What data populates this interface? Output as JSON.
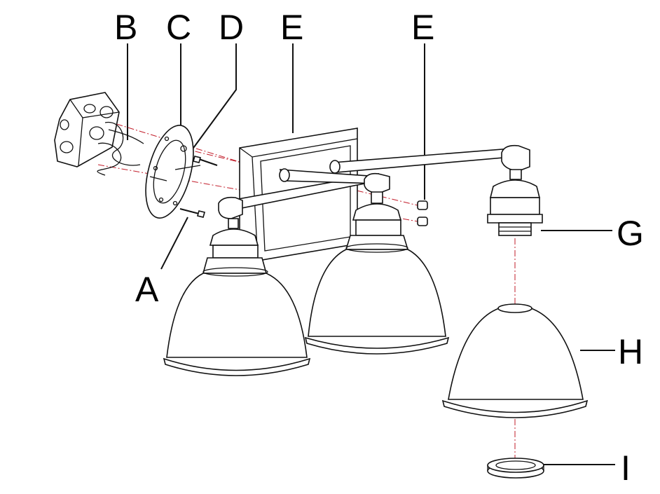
{
  "labels": {
    "a": "A",
    "b": "B",
    "c": "C",
    "d": "D",
    "e1": "E",
    "e2": "E",
    "g": "G",
    "h": "H",
    "i": "I"
  },
  "colors": {
    "line": "#111111",
    "guide": "#c21d2a",
    "background": "#ffffff"
  }
}
